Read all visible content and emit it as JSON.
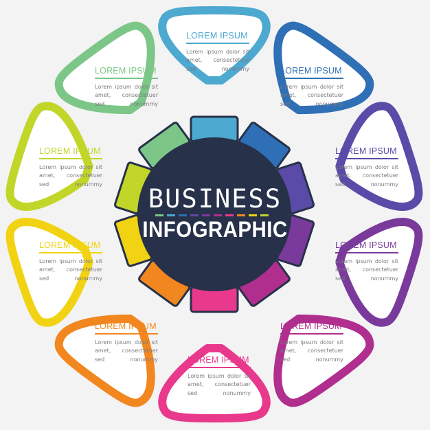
{
  "title": {
    "line1": "BUSINESS",
    "line2": "INFOGRAPHIC"
  },
  "colors": {
    "background": "#f3f3f4",
    "hub": "#27314a",
    "items": [
      "#4da9cf",
      "#2f6fb5",
      "#5a4ba8",
      "#7a3a9c",
      "#b02f8e",
      "#e8398d",
      "#f2861f",
      "#f1d313",
      "#c2d62a",
      "#7cc787"
    ]
  },
  "items": [
    {
      "heading": "LOREM IPSUM",
      "body": "Lorem ipsum dolor sit amet, consectetuer sed nonummy"
    },
    {
      "heading": "LOREM IPSUM",
      "body": "Lorem ipsum dolor sit amet, consectetuer sed nonummy"
    },
    {
      "heading": "LOREM IPSUM",
      "body": "Lorem ipsum dolor sit amet, consectetuer sed nonummy"
    },
    {
      "heading": "LOREM IPSUM",
      "body": "Lorem ipsum dolor sit amet, consectetuer sed nonummy"
    },
    {
      "heading": "LOREM IPSUM",
      "body": "Lorem ipsum dolor sit amet, consectetuer sed nonummy"
    },
    {
      "heading": "LOREM IPSUM",
      "body": "Lorem ipsum dolor sit amet, consectetuer sed nonummy"
    },
    {
      "heading": "LOREM IPSUM",
      "body": "Lorem ipsum dolor sit amet, consectetuer sed nonummy"
    },
    {
      "heading": "LOREM IPSUM",
      "body": "Lorem ipsum dolor sit amet, consectetuer sed nonummy"
    },
    {
      "heading": "LOREM IPSUM",
      "body": "Lorem ipsum dolor sit amet, consectetuer sed nonummy"
    },
    {
      "heading": "LOREM IPSUM",
      "body": "Lorem ipsum dolor sit amet, consectetuer sed nonummy"
    }
  ]
}
